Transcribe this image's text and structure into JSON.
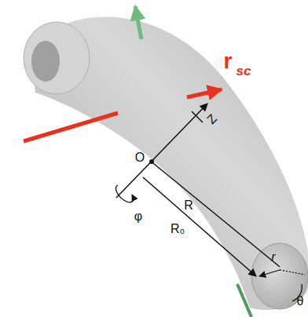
{
  "diagram": {
    "labels": [
      "r",
      "sc",
      "Z",
      "O",
      "φ",
      "R",
      "R₀",
      "r",
      "θ"
    ]
  }
}
